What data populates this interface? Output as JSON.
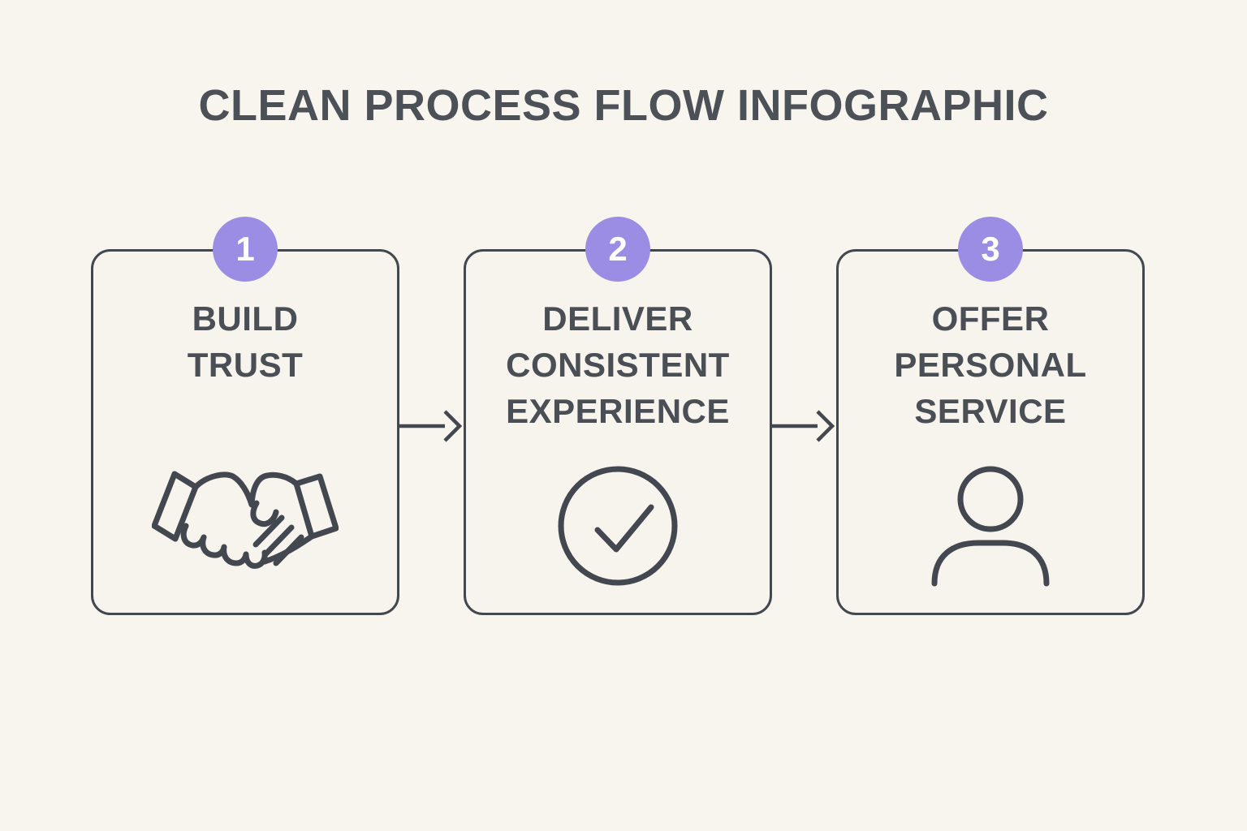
{
  "title": "CLEAN PROCESS FLOW INFOGRAPHIC",
  "colors": {
    "background": "#f8f4ee",
    "card_background": "#f7f3ed",
    "outline": "#424750",
    "text": "#4a4e55",
    "badge_fill": "#9b8de3",
    "badge_number": "#ffffff"
  },
  "steps": [
    {
      "number": "1",
      "title": "BUILD TRUST",
      "lines": [
        "BUILD",
        "TRUST"
      ],
      "icon": "handshake-icon"
    },
    {
      "number": "2",
      "title": "DELIVER CONSISTENT EXPERIENCE",
      "lines": [
        "DELIVER",
        "CONSISTENT",
        "EXPERIENCE"
      ],
      "icon": "check-circle-icon"
    },
    {
      "number": "3",
      "title": "OFFER PERSONAL SERVICE",
      "lines": [
        "OFFER",
        "PERSONAL",
        "SERVICE"
      ],
      "icon": "person-icon"
    }
  ],
  "connectors": [
    {
      "type": "arrow-right"
    },
    {
      "type": "arrow-right"
    }
  ]
}
